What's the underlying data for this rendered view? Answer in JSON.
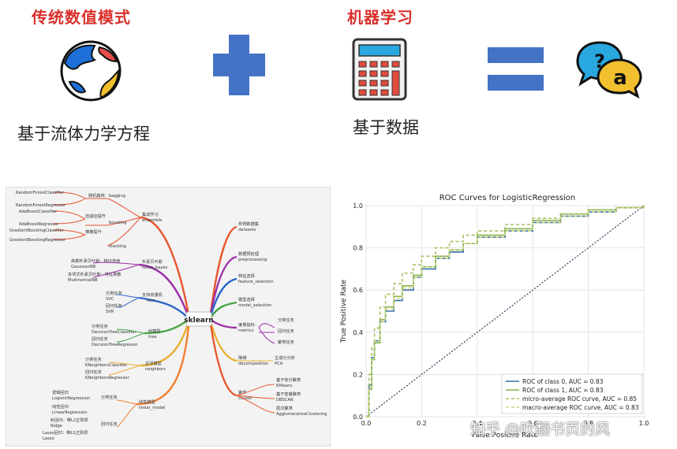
{
  "left_panel": {
    "heading": "传统数值模式",
    "caption": "基于流体力学方程",
    "icon": "weather-map-icon"
  },
  "operator_plus": "plus-icon",
  "right_panel": {
    "heading": "机器学习",
    "caption": "基于数据",
    "icon": "calculator-icon"
  },
  "operator_equals": "equals-icon",
  "qa_icon": "question-answer-icon",
  "qa_letters": {
    "q": "?",
    "a": "a"
  },
  "mindmap": {
    "center": "sklearn",
    "left_branches": [
      {
        "label": "集成学习\nensemble"
      },
      {
        "label": "朴素贝叶斯\nnaive_bayes"
      },
      {
        "label": "支持向量机\nsvm"
      },
      {
        "label": "树模型\ntree"
      },
      {
        "label": "近邻模型\nneighbors"
      },
      {
        "label": "线性模型\nlinear_model"
      }
    ],
    "right_branches": [
      {
        "label": "样例数据集\ndatasets"
      },
      {
        "label": "数据预处理\npreprocessing"
      },
      {
        "label": "特征选择\nfeature_selection"
      },
      {
        "label": "模型选择\nmodel_selection"
      },
      {
        "label": "度量指标\nmetrics"
      },
      {
        "label": "降维\ndecomposition"
      },
      {
        "label": "聚类\ncluster"
      }
    ],
    "ensemble_items": [
      "bagging",
      "boosting",
      "stacking",
      "随机森林",
      "自适应提升",
      "梯度提升",
      "RandomForestClassifier",
      "RandomForestRegressor",
      "AdaBoostClassifier",
      "AdaBoostRegressor",
      "GradientBoostingClassifier",
      "GradientBoostingRegressor"
    ],
    "bayes_items": [
      "高斯朴素贝叶斯：特征连续",
      "GaussianNB",
      "多项式朴素贝叶斯：特征离散",
      "MultinomialNB"
    ],
    "svm_items": [
      "分类任务",
      "SVC",
      "回归任务",
      "SVR"
    ],
    "tree_items": [
      "分类任务",
      "DecisionTreeClassifier",
      "回归任务",
      "DecisionTreeRegressor"
    ],
    "knn_items": [
      "分类任务",
      "KNeighborsClassifier",
      "回归任务",
      "KNeighborsRegressor"
    ],
    "linear_items": [
      "分类任务",
      "逻辑回归",
      "LogisticRegression",
      "回归任务",
      "线性回归",
      "LinearRegression",
      "岭回归：带L2正则项",
      "Ridge",
      "Lasso回归：带L1正则项",
      "Lasso"
    ],
    "metrics_items": [
      "分类任务",
      "回归任务",
      "聚类任务"
    ],
    "decomp_items": [
      "主成分分析",
      "PCA"
    ],
    "cluster_items": [
      "基于划分聚类",
      "KMeans",
      "基于密度聚类",
      "DBSCAN",
      "层次聚类",
      "AgglomerativeClustering"
    ]
  },
  "chart_data": {
    "type": "line",
    "title": "ROC Curves for LogisticRegression",
    "xlabel": "False Positive Rate",
    "ylabel": "True Positive Rate",
    "xlim": [
      0,
      1
    ],
    "ylim": [
      0,
      1
    ],
    "xticks": [
      "0.0",
      "0.2",
      "0.4",
      "0.6",
      "0.8",
      "1.0"
    ],
    "yticks": [
      "0.0",
      "0.2",
      "0.4",
      "0.6",
      "0.8",
      "1.0"
    ],
    "grid": true,
    "legend_position": "lower-right",
    "series": [
      {
        "name": "ROC of class 0, AUC = 0.83",
        "color": "#3a6fb0",
        "dash": false,
        "x": [
          0,
          0.01,
          0.02,
          0.03,
          0.05,
          0.07,
          0.1,
          0.13,
          0.17,
          0.2,
          0.25,
          0.3,
          0.35,
          0.4,
          0.5,
          0.6,
          0.7,
          0.8,
          0.9,
          1.0
        ],
        "y": [
          0,
          0.15,
          0.28,
          0.36,
          0.45,
          0.5,
          0.55,
          0.6,
          0.66,
          0.7,
          0.75,
          0.78,
          0.82,
          0.85,
          0.88,
          0.92,
          0.95,
          0.97,
          0.99,
          1.0
        ]
      },
      {
        "name": "ROC of class 1, AUC = 0.83",
        "color": "#8ab04a",
        "dash": false,
        "x": [
          0,
          0.01,
          0.02,
          0.03,
          0.05,
          0.07,
          0.1,
          0.13,
          0.17,
          0.2,
          0.25,
          0.3,
          0.35,
          0.4,
          0.5,
          0.6,
          0.7,
          0.8,
          0.9,
          1.0
        ],
        "y": [
          0,
          0.13,
          0.27,
          0.35,
          0.46,
          0.52,
          0.57,
          0.62,
          0.67,
          0.71,
          0.76,
          0.79,
          0.82,
          0.86,
          0.89,
          0.93,
          0.96,
          0.98,
          0.99,
          1.0
        ]
      },
      {
        "name": "micro-average ROC curve, AUC = 0.85",
        "color": "#a8c060",
        "dash": true,
        "x": [
          0,
          0.01,
          0.02,
          0.03,
          0.05,
          0.07,
          0.1,
          0.13,
          0.17,
          0.2,
          0.25,
          0.3,
          0.35,
          0.4,
          0.5,
          0.6,
          0.7,
          0.8,
          0.9,
          1.0
        ],
        "y": [
          0,
          0.2,
          0.33,
          0.42,
          0.52,
          0.58,
          0.63,
          0.68,
          0.72,
          0.76,
          0.8,
          0.83,
          0.86,
          0.88,
          0.91,
          0.94,
          0.96,
          0.98,
          0.99,
          1.0
        ]
      },
      {
        "name": "macro-average ROC curve, AUC = 0.83",
        "color": "#c8d880",
        "dash": true,
        "x": [
          0,
          0.01,
          0.02,
          0.03,
          0.05,
          0.07,
          0.1,
          0.13,
          0.17,
          0.2,
          0.25,
          0.3,
          0.35,
          0.4,
          0.5,
          0.6,
          0.7,
          0.8,
          0.9,
          1.0
        ],
        "y": [
          0,
          0.14,
          0.27,
          0.36,
          0.45,
          0.51,
          0.56,
          0.61,
          0.66,
          0.71,
          0.75,
          0.79,
          0.82,
          0.85,
          0.88,
          0.92,
          0.95,
          0.97,
          0.99,
          1.0
        ]
      }
    ],
    "diagonal_color": "#3a3a5a"
  },
  "watermark": "知乎 @吹翻书页的风"
}
